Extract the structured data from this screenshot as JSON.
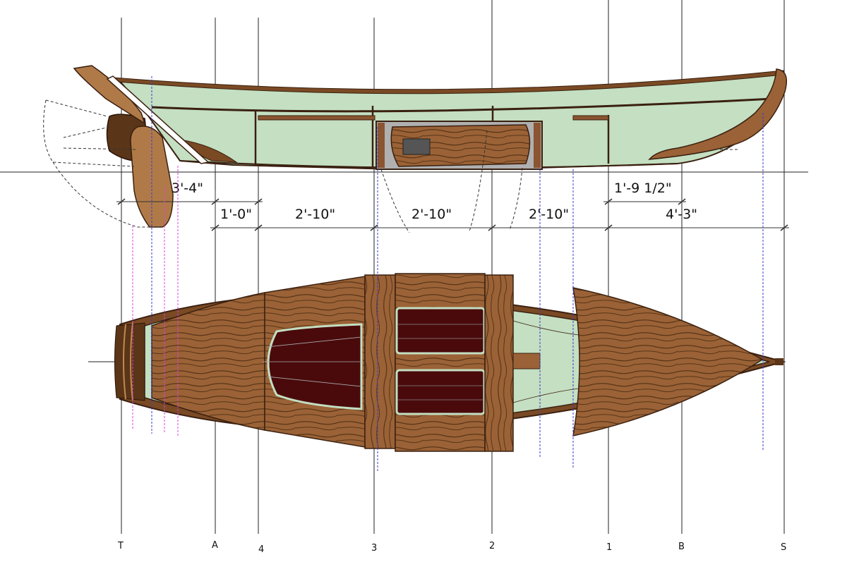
{
  "stations": [
    {
      "id": "T",
      "label": "T"
    },
    {
      "id": "A",
      "label": "A"
    },
    {
      "id": "4",
      "label": "4"
    },
    {
      "id": "3",
      "label": "3"
    },
    {
      "id": "2",
      "label": "2"
    },
    {
      "id": "1",
      "label": "1"
    },
    {
      "id": "B",
      "label": "B"
    },
    {
      "id": "S",
      "label": "S"
    }
  ],
  "dimensions": {
    "transom_to_a": "3'-4\"",
    "a_to_4": "1'-0\"",
    "st4_to_3": "2'-10\"",
    "st3_to_2": "2'-10\"",
    "st2_to_1": "2'-10\"",
    "st1_to_b": "1'-9 1/2\"",
    "st1_to_s": "4'-3\""
  },
  "colors": {
    "hull_interior": "#c4dfc2",
    "wood": "#8a5530",
    "wood_light": "#a56a3d",
    "wood_dark": "#5a3518",
    "floorboards": "#4a0a0c",
    "rudder": "#b07a48",
    "grid_line": "#222222",
    "magenta_guide": "#e040e0",
    "blue_guide": "#3a3ad0"
  }
}
